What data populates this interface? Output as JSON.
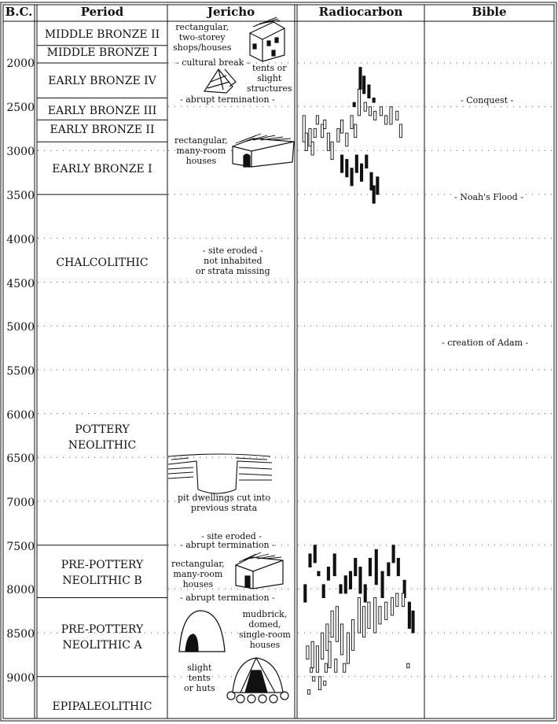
{
  "headers": {
    "bc": "B.C.",
    "period": "Period",
    "jericho": "Jericho",
    "radiocarbon": "Radiocarbon",
    "bible": "Bible"
  },
  "y_ticks": [
    "2000",
    "2500",
    "3000",
    "3500",
    "4000",
    "4500",
    "5000",
    "5500",
    "6000",
    "6500",
    "7000",
    "7500",
    "8000",
    "8500",
    "9000"
  ],
  "periods": {
    "mb2": "MIDDLE BRONZE II",
    "mb1": "MIDDLE BRONZE I",
    "eb4": "EARLY BRONZE IV",
    "eb3": "EARLY BRONZE III",
    "eb2": "EARLY BRONZE II",
    "eb1": "EARLY BRONZE I",
    "chalco": "CHALCOLITHIC",
    "pn1": "POTTERY",
    "pn2": "NEOLITHIC",
    "ppnb1": "PRE-POTTERY",
    "ppnb2": "NEOLITHIC B",
    "ppna1": "PRE-POTTERY",
    "ppna2": "NEOLITHIC A",
    "epi": "EPIPALEOLITHIC"
  },
  "jericho": {
    "shops": "rectangular,\ntwo-storey\nshops/houses",
    "cultural_break": "- cultural break -",
    "tents": "tents or\nslight\nstructures",
    "abrupt1": "- abrupt termination -",
    "eb_houses": "rectangular,\nmany-room\nhouses",
    "eroded1": "- site eroded -\nnot inhabited\nor strata missing",
    "pit": "pit dwellings cut into\nprevious strata",
    "eroded2": "- site eroded -",
    "abrupt2": "- abrupt termination -",
    "ppnb_houses": "rectangular,\nmany-room\nhouses",
    "abrupt3": "- abrupt termination -",
    "mudbrick": "mudbrick,\ndomed,\nsingle-room\nhouses",
    "slight_tents": "slight\ntents\nor huts"
  },
  "bible": {
    "conquest": "- Conquest -",
    "flood": "- Noah's Flood -",
    "adam": "- creation of Adam -"
  },
  "chart_data": {
    "type": "diagram",
    "y_axis": {
      "unit": "B.C.",
      "range": [
        1550,
        9500
      ],
      "ticks": [
        2000,
        2500,
        3000,
        3500,
        4000,
        4500,
        5000,
        5500,
        6000,
        6500,
        7000,
        7500,
        8000,
        8500,
        9000
      ]
    },
    "period_boundaries": [
      {
        "name": "MIDDLE BRONZE II",
        "from": 1550,
        "to": 1800
      },
      {
        "name": "MIDDLE BRONZE I",
        "from": 1800,
        "to": 2000
      },
      {
        "name": "EARLY BRONZE IV",
        "from": 2000,
        "to": 2400
      },
      {
        "name": "EARLY BRONZE III",
        "from": 2400,
        "to": 2650
      },
      {
        "name": "EARLY BRONZE II",
        "from": 2650,
        "to": 2900
      },
      {
        "name": "EARLY BRONZE I",
        "from": 2900,
        "to": 3500
      },
      {
        "name": "CHALCOLITHIC",
        "from": 3500,
        "to": "(unbounded)"
      },
      {
        "name": "POTTERY NEOLITHIC",
        "to": 7500
      },
      {
        "name": "PRE-POTTERY NEOLITHIC B",
        "from": 7500,
        "to": 8100
      },
      {
        "name": "PRE-POTTERY NEOLITHIC A",
        "from": 8100,
        "to": 9000
      },
      {
        "name": "EPIPALEOLITHIC",
        "from": 9000,
        "to": 9500
      }
    ],
    "bible_events": [
      {
        "label": "Conquest",
        "year": 2400
      },
      {
        "label": "Noah's Flood",
        "year": 3500
      },
      {
        "label": "creation of Adam",
        "year": 5180
      }
    ],
    "radiocarbon_dates": [
      {
        "x": 0.02,
        "from": 2600,
        "to": 2900,
        "filled": false
      },
      {
        "x": 0.04,
        "from": 2800,
        "to": 3000,
        "filled": false
      },
      {
        "x": 0.07,
        "from": 2750,
        "to": 2950,
        "filled": false
      },
      {
        "x": 0.09,
        "from": 2900,
        "to": 3050,
        "filled": false
      },
      {
        "x": 0.11,
        "from": 2750,
        "to": 2850,
        "filled": false
      },
      {
        "x": 0.13,
        "from": 2600,
        "to": 2700,
        "filled": false
      },
      {
        "x": 0.17,
        "from": 2700,
        "to": 2850,
        "filled": false
      },
      {
        "x": 0.19,
        "from": 2650,
        "to": 2750,
        "filled": false
      },
      {
        "x": 0.22,
        "from": 2800,
        "to": 3000,
        "filled": false
      },
      {
        "x": 0.25,
        "from": 2900,
        "to": 3100,
        "filled": false
      },
      {
        "x": 0.3,
        "from": 2750,
        "to": 2900,
        "filled": false
      },
      {
        "x": 0.33,
        "from": 2650,
        "to": 2800,
        "filled": false
      },
      {
        "x": 0.37,
        "from": 2800,
        "to": 2950,
        "filled": false
      },
      {
        "x": 0.41,
        "from": 2600,
        "to": 2750,
        "filled": false
      },
      {
        "x": 0.44,
        "from": 2700,
        "to": 2850,
        "filled": false
      },
      {
        "x": 0.47,
        "from": 2300,
        "to": 2600,
        "filled": false
      },
      {
        "x": 0.52,
        "from": 2450,
        "to": 2550,
        "filled": false
      },
      {
        "x": 0.56,
        "from": 2500,
        "to": 2600,
        "filled": false
      },
      {
        "x": 0.6,
        "from": 2550,
        "to": 2650,
        "filled": false
      },
      {
        "x": 0.65,
        "from": 2500,
        "to": 2600,
        "filled": false
      },
      {
        "x": 0.69,
        "from": 2600,
        "to": 2700,
        "filled": false
      },
      {
        "x": 0.73,
        "from": 2500,
        "to": 2700,
        "filled": false
      },
      {
        "x": 0.78,
        "from": 2550,
        "to": 2650,
        "filled": false
      },
      {
        "x": 0.81,
        "from": 2700,
        "to": 2850,
        "filled": false
      },
      {
        "x": 0.48,
        "from": 2050,
        "to": 2300,
        "filled": true
      },
      {
        "x": 0.51,
        "from": 2150,
        "to": 2350,
        "filled": true
      },
      {
        "x": 0.55,
        "from": 2250,
        "to": 2400,
        "filled": true
      },
      {
        "x": 0.43,
        "from": 2450,
        "to": 2500,
        "filled": true
      },
      {
        "x": 0.59,
        "from": 2400,
        "to": 2450,
        "filled": true
      },
      {
        "x": 0.33,
        "from": 3050,
        "to": 3250,
        "filled": true
      },
      {
        "x": 0.37,
        "from": 3100,
        "to": 3300,
        "filled": true
      },
      {
        "x": 0.41,
        "from": 3200,
        "to": 3400,
        "filled": true
      },
      {
        "x": 0.45,
        "from": 3050,
        "to": 3250,
        "filled": true
      },
      {
        "x": 0.49,
        "from": 3150,
        "to": 3350,
        "filled": true
      },
      {
        "x": 0.53,
        "from": 3050,
        "to": 3200,
        "filled": true
      },
      {
        "x": 0.57,
        "from": 3250,
        "to": 3450,
        "filled": true
      },
      {
        "x": 0.59,
        "from": 3400,
        "to": 3600,
        "filled": true
      },
      {
        "x": 0.62,
        "from": 3300,
        "to": 3500,
        "filled": true
      },
      {
        "x": 0.03,
        "from": 7950,
        "to": 8150,
        "filled": true
      },
      {
        "x": 0.07,
        "from": 7600,
        "to": 7750,
        "filled": true
      },
      {
        "x": 0.11,
        "from": 7500,
        "to": 7700,
        "filled": true
      },
      {
        "x": 0.14,
        "from": 7800,
        "to": 7850,
        "filled": true
      },
      {
        "x": 0.18,
        "from": 7950,
        "to": 8100,
        "filled": true
      },
      {
        "x": 0.22,
        "from": 7750,
        "to": 7900,
        "filled": true
      },
      {
        "x": 0.27,
        "from": 7600,
        "to": 7850,
        "filled": true
      },
      {
        "x": 0.32,
        "from": 7950,
        "to": 8050,
        "filled": true
      },
      {
        "x": 0.36,
        "from": 7850,
        "to": 8050,
        "filled": true
      },
      {
        "x": 0.4,
        "from": 7800,
        "to": 8000,
        "filled": true
      },
      {
        "x": 0.44,
        "from": 7650,
        "to": 7850,
        "filled": true
      },
      {
        "x": 0.48,
        "from": 7750,
        "to": 8050,
        "filled": true
      },
      {
        "x": 0.52,
        "from": 7950,
        "to": 8150,
        "filled": true
      },
      {
        "x": 0.56,
        "from": 7650,
        "to": 7850,
        "filled": true
      },
      {
        "x": 0.61,
        "from": 7550,
        "to": 7950,
        "filled": true
      },
      {
        "x": 0.66,
        "from": 7800,
        "to": 8100,
        "filled": true
      },
      {
        "x": 0.71,
        "from": 7700,
        "to": 7850,
        "filled": true
      },
      {
        "x": 0.75,
        "from": 7500,
        "to": 7700,
        "filled": true
      },
      {
        "x": 0.79,
        "from": 7650,
        "to": 7850,
        "filled": true
      },
      {
        "x": 0.84,
        "from": 7900,
        "to": 8100,
        "filled": true
      },
      {
        "x": 0.88,
        "from": 8150,
        "to": 8450,
        "filled": true
      },
      {
        "x": 0.91,
        "from": 8250,
        "to": 8500,
        "filled": true
      },
      {
        "x": 0.05,
        "from": 8650,
        "to": 8800,
        "filled": false
      },
      {
        "x": 0.09,
        "from": 8600,
        "to": 8900,
        "filled": false
      },
      {
        "x": 0.13,
        "from": 8650,
        "to": 8950,
        "filled": false
      },
      {
        "x": 0.17,
        "from": 8500,
        "to": 8800,
        "filled": false
      },
      {
        "x": 0.21,
        "from": 8400,
        "to": 8700,
        "filled": false
      },
      {
        "x": 0.25,
        "from": 8250,
        "to": 8550,
        "filled": false
      },
      {
        "x": 0.29,
        "from": 8200,
        "to": 8600,
        "filled": false
      },
      {
        "x": 0.33,
        "from": 8400,
        "to": 8750,
        "filled": false
      },
      {
        "x": 0.38,
        "from": 8500,
        "to": 8850,
        "filled": false
      },
      {
        "x": 0.42,
        "from": 8350,
        "to": 8700,
        "filled": false
      },
      {
        "x": 0.47,
        "from": 8100,
        "to": 8500,
        "filled": false
      },
      {
        "x": 0.51,
        "from": 8200,
        "to": 8550,
        "filled": false
      },
      {
        "x": 0.55,
        "from": 8150,
        "to": 8450,
        "filled": false
      },
      {
        "x": 0.6,
        "from": 8100,
        "to": 8500,
        "filled": false
      },
      {
        "x": 0.64,
        "from": 8200,
        "to": 8400,
        "filled": false
      },
      {
        "x": 0.69,
        "from": 8150,
        "to": 8350,
        "filled": false
      },
      {
        "x": 0.74,
        "from": 8100,
        "to": 8300,
        "filled": false
      },
      {
        "x": 0.78,
        "from": 8050,
        "to": 8200,
        "filled": false
      },
      {
        "x": 0.83,
        "from": 8050,
        "to": 8200,
        "filled": false
      },
      {
        "x": 0.23,
        "from": 8600,
        "to": 8900,
        "filled": false
      },
      {
        "x": 0.2,
        "from": 8850,
        "to": 8950,
        "filled": false
      },
      {
        "x": 0.28,
        "from": 8800,
        "to": 8950,
        "filled": false
      },
      {
        "x": 0.35,
        "from": 8850,
        "to": 8950,
        "filled": false
      },
      {
        "x": 0.87,
        "from": 8850,
        "to": 8900,
        "filled": false
      },
      {
        "x": 0.08,
        "from": 8900,
        "to": 8950,
        "filled": false
      },
      {
        "x": 0.1,
        "from": 9000,
        "to": 9050,
        "filled": false
      },
      {
        "x": 0.15,
        "from": 9000,
        "to": 9150,
        "filled": false
      },
      {
        "x": 0.19,
        "from": 9050,
        "to": 9100,
        "filled": false
      },
      {
        "x": 0.06,
        "from": 9150,
        "to": 9200,
        "filled": false
      }
    ]
  }
}
